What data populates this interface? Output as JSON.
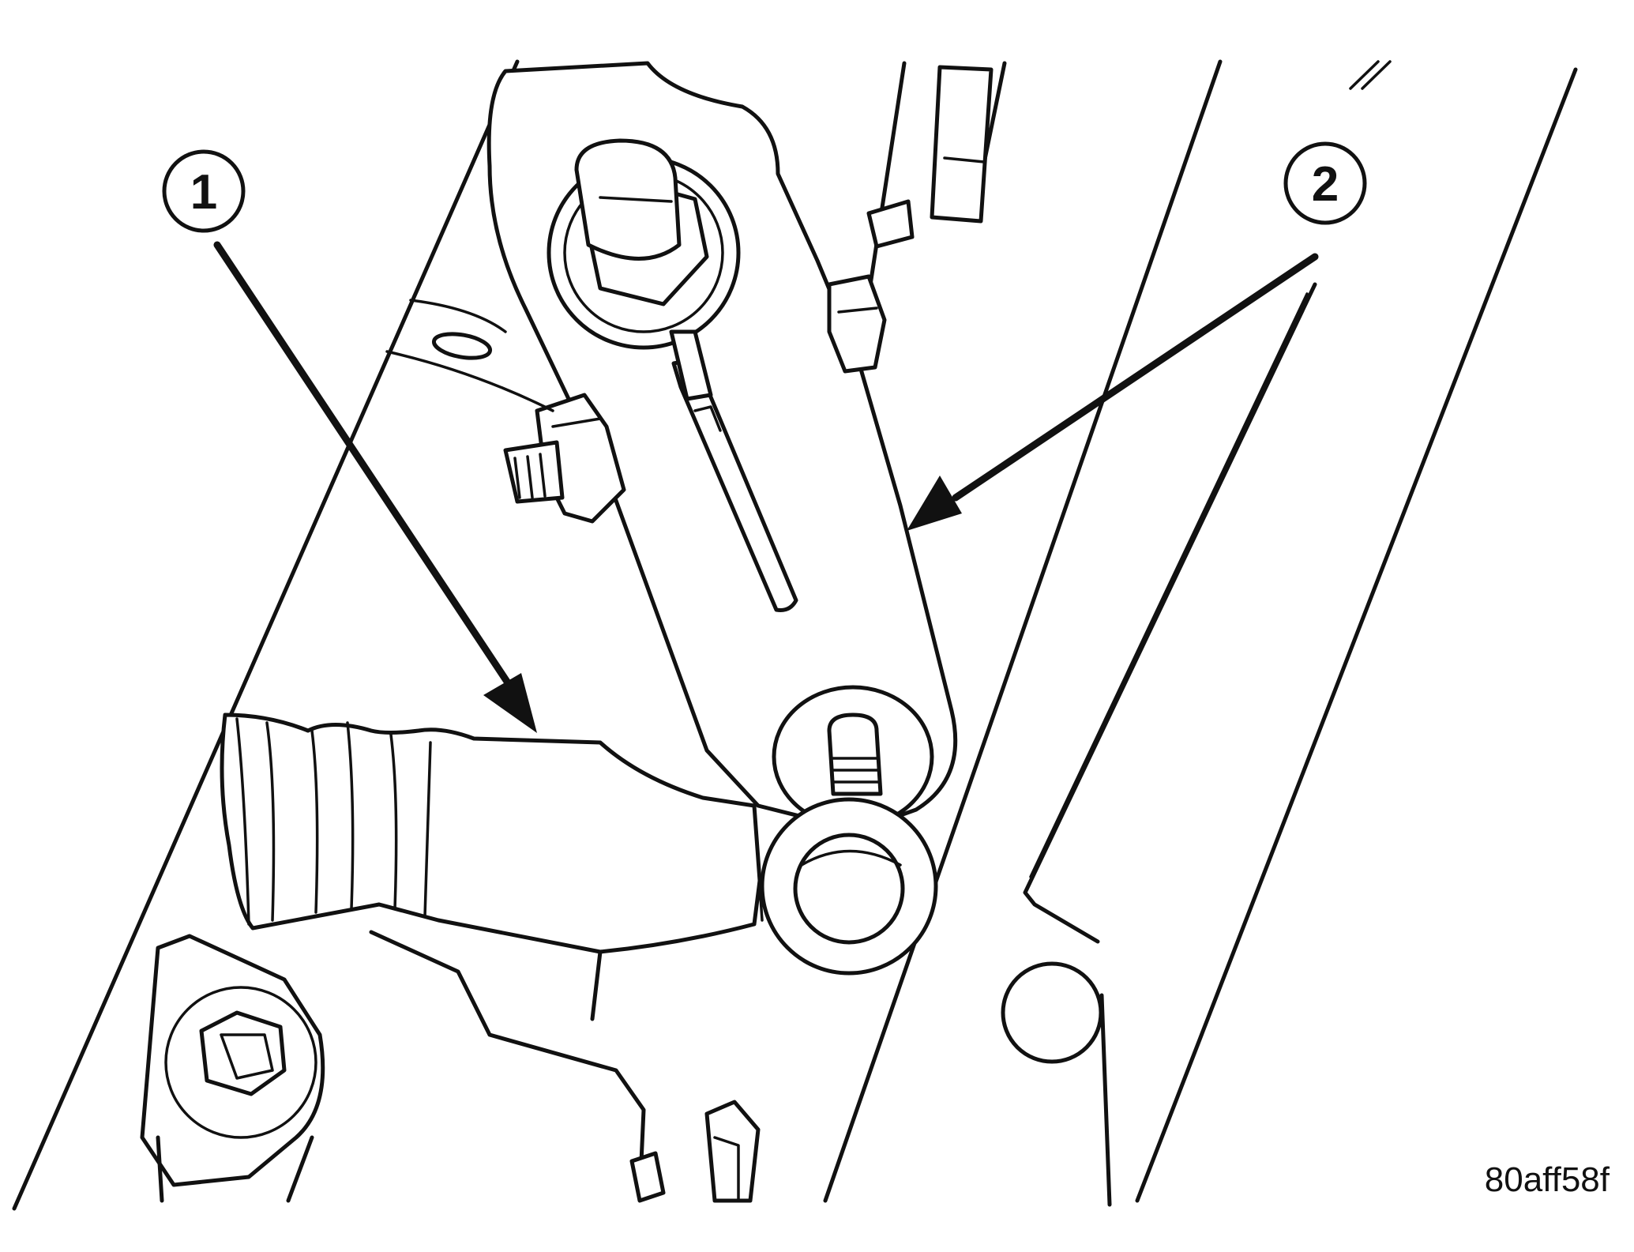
{
  "callouts": [
    {
      "number": "1"
    },
    {
      "number": "2"
    }
  ],
  "figure_code": "80aff58f",
  "colors": {
    "line": "#111111",
    "background": "#ffffff"
  }
}
